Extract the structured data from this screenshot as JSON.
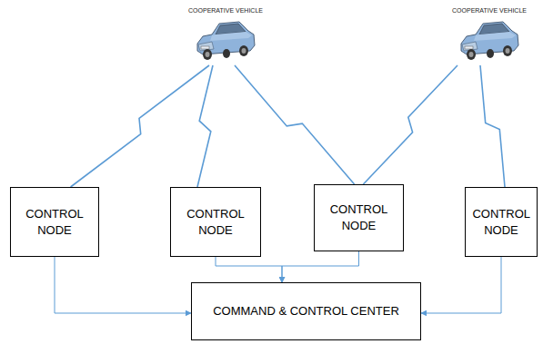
{
  "diagram": {
    "nodes": [
      {
        "text": [
          "COOPERATIVE VEHICLE"
        ]
      },
      {
        "text": [
          "COOPERATIVE VEHICLE"
        ]
      },
      {
        "text": [
          "CONTROL NODE"
        ]
      },
      {
        "text": [
          "CONTROL NODE"
        ]
      },
      {
        "text": [
          "CONTROL NODE"
        ]
      },
      {
        "text": [
          "CONTROL NODE"
        ]
      },
      {
        "text": [
          "COMMAND & CONTROL CENTER"
        ]
      }
    ],
    "edges": [
      {
        "from": 0,
        "to": 2,
        "arrow": "none"
      },
      {
        "from": 0,
        "to": 3,
        "arrow": "none"
      },
      {
        "from": 0,
        "to": 4,
        "arrow": "none"
      },
      {
        "from": 1,
        "to": 4,
        "arrow": "none"
      },
      {
        "from": 1,
        "to": 5,
        "arrow": "none"
      },
      {
        "from": 2,
        "to": 6,
        "arrow": "to"
      },
      {
        "from": 3,
        "to": 6,
        "arrow": "to"
      },
      {
        "from": 4,
        "to": 6,
        "arrow": "to"
      },
      {
        "from": 5,
        "to": 6,
        "arrow": "to"
      }
    ]
  }
}
